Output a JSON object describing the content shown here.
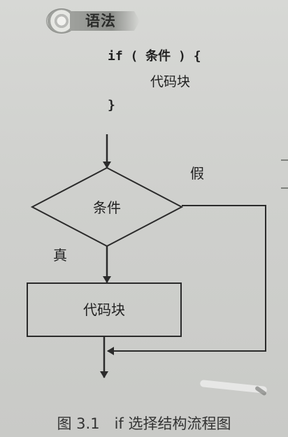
{
  "header": {
    "title": "语法",
    "badge_icon": "disc-badge-icon"
  },
  "code": {
    "line1": "if ( 条件 ) {",
    "line2": "代码块",
    "line3": "}"
  },
  "flowchart": {
    "decision_label": "条件",
    "process_label": "代码块",
    "true_label": "真",
    "false_label": "假"
  },
  "caption": "图 3.1　if 选择结构流程图",
  "colors": {
    "line": "#2b2b2b",
    "background": "#d2d3d0"
  }
}
